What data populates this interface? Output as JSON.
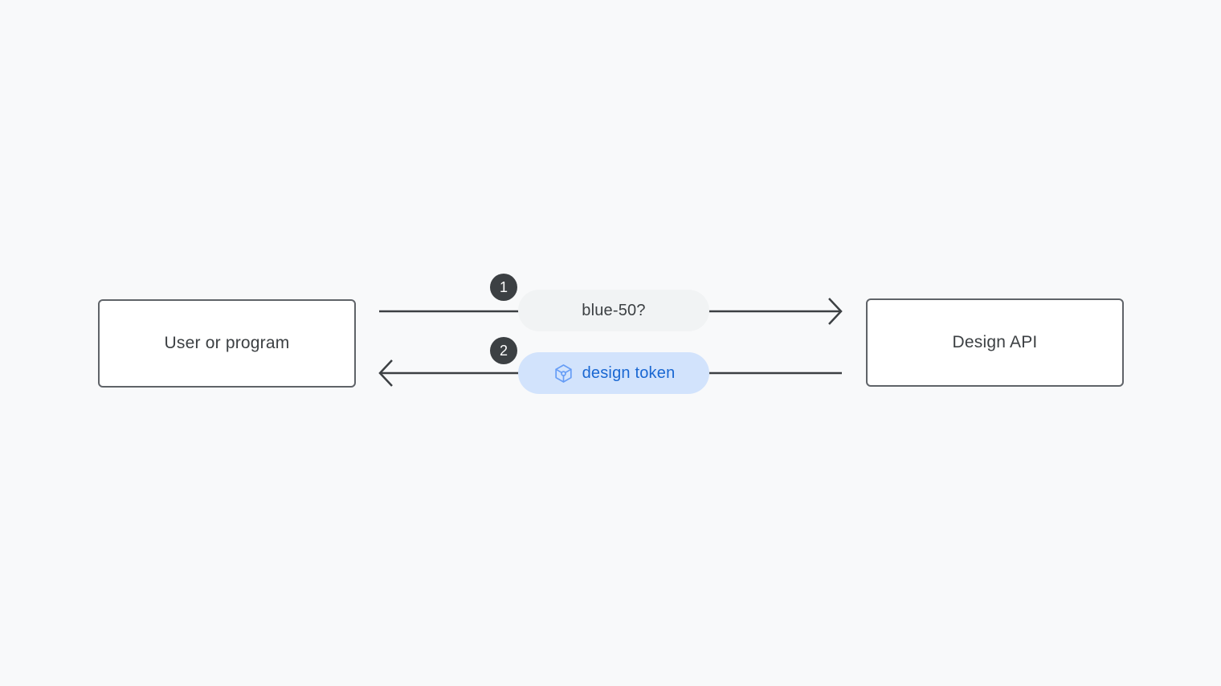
{
  "diagram": {
    "nodes": {
      "user": {
        "label": "User or program"
      },
      "api": {
        "label": "Design API"
      }
    },
    "steps": {
      "request": {
        "badge": "1",
        "label": "blue-50?",
        "direction": "left-to-right"
      },
      "response": {
        "badge": "2",
        "label": "design token",
        "direction": "right-to-left",
        "icon": "token-icon"
      }
    },
    "colors": {
      "background": "#f8f9fa",
      "node_fill": "#ffffff",
      "node_border": "#5f6368",
      "node_text": "#3c4043",
      "arrow": "#3c4043",
      "request_pill_bg": "#f1f3f4",
      "request_pill_text": "#3c4043",
      "response_pill_bg": "#d2e3fc",
      "response_pill_text": "#1967d2",
      "token_icon": "#669df6",
      "badge_bg": "#3c4043",
      "badge_text": "#ffffff"
    }
  }
}
